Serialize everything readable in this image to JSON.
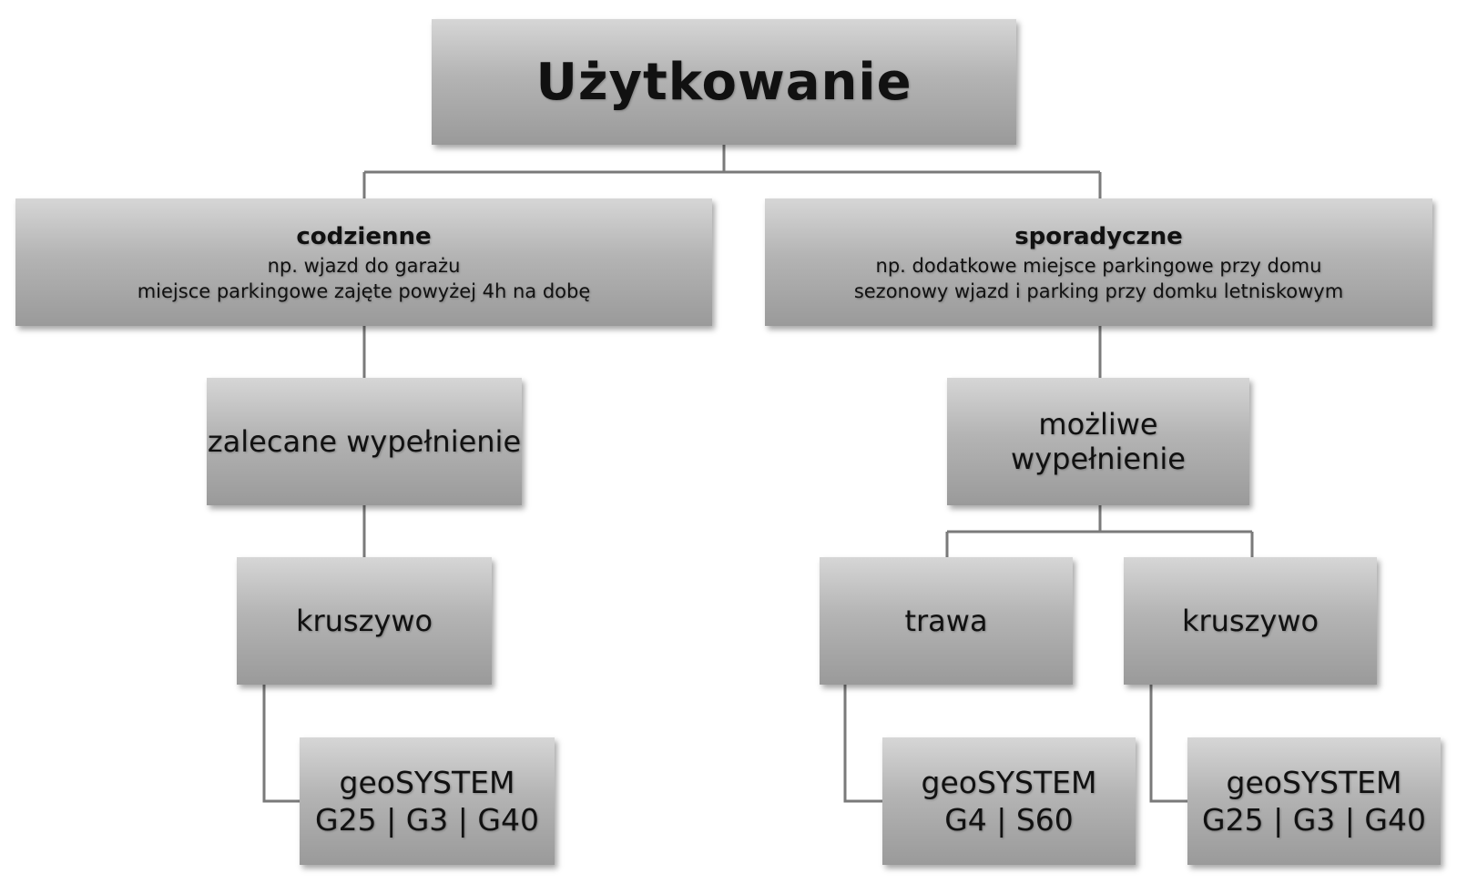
{
  "title": "Użytkowanie",
  "branches": [
    {
      "heading": "codzienne",
      "description": [
        "np. wjazd do garażu",
        "miejsce parkingowe zajęte powyżej 4h na dobę"
      ],
      "fill": "zalecane wypełnienie",
      "options": [
        {
          "material": "kruszywo",
          "product": [
            "geoSYSTEM",
            "G25 | G3 | G40"
          ]
        }
      ]
    },
    {
      "heading": "sporadyczne",
      "description": [
        "np. dodatkowe miejsce parkingowe przy domu",
        "sezonowy wjazd i parking przy domku letniskowym"
      ],
      "fill": "możliwe wypełnienie",
      "options": [
        {
          "material": "trawa",
          "product": [
            "geoSYSTEM",
            "G4 | S60"
          ]
        },
        {
          "material": "kruszywo",
          "product": [
            "geoSYSTEM",
            "G25 | G3 | G40"
          ]
        }
      ]
    }
  ],
  "colors": {
    "box_light": "#d6d6d6",
    "box_dark": "#9a9a9a",
    "line": "#7a7a7a",
    "text": "#111111"
  }
}
